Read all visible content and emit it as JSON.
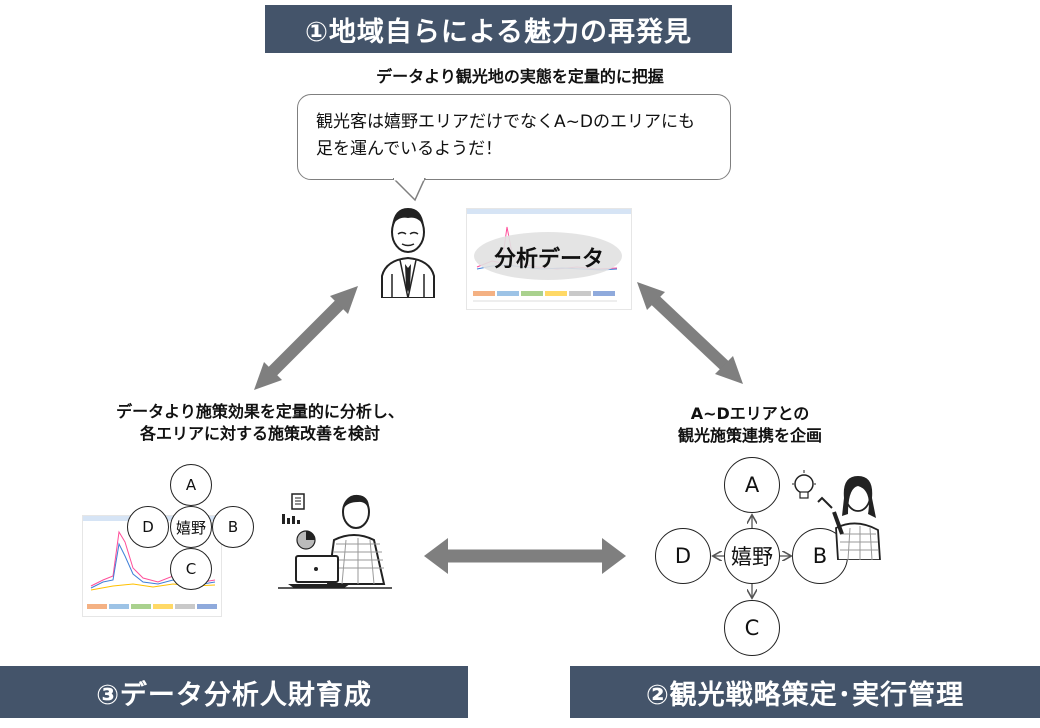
{
  "banners": {
    "top": "①地域自らによる魅力の再発見",
    "bottom_left": "③データ分析人財育成",
    "bottom_right": "②観光戦略策定･実行管理"
  },
  "captions": {
    "top": "データより観光地の実態を定量的に把握",
    "left_line1": "データより施策効果を定量的に分析し、",
    "left_line2": "各エリアに対する施策改善を検討",
    "right_line1": "A~Dエリアとの",
    "right_line2": "観光施策連携を企画"
  },
  "speech_bubble": {
    "line1": "観光客は嬉野エリアだけでなくA~Dのエリアにも",
    "line2": "足を運んでいるようだ！"
  },
  "analysis_label": "分析データ",
  "left_cluster": {
    "center": "嬉野",
    "top": "A",
    "left": "D",
    "right": "B",
    "bottom": "C"
  },
  "right_cluster": {
    "center": "嬉野",
    "top": "A",
    "left": "D",
    "right": "B",
    "bottom": "C"
  },
  "colors": {
    "banner": "#44546a",
    "arrow": "#7f7f7f",
    "chart_pink": "#ff4f9a",
    "chart_blue": "#3f7fd8"
  },
  "icons": [
    "businessman-icon",
    "analyst-at-laptop-icon",
    "woman-with-lightbulb-icon",
    "bar-chart-icon",
    "pie-chart-icon",
    "document-icon"
  ]
}
